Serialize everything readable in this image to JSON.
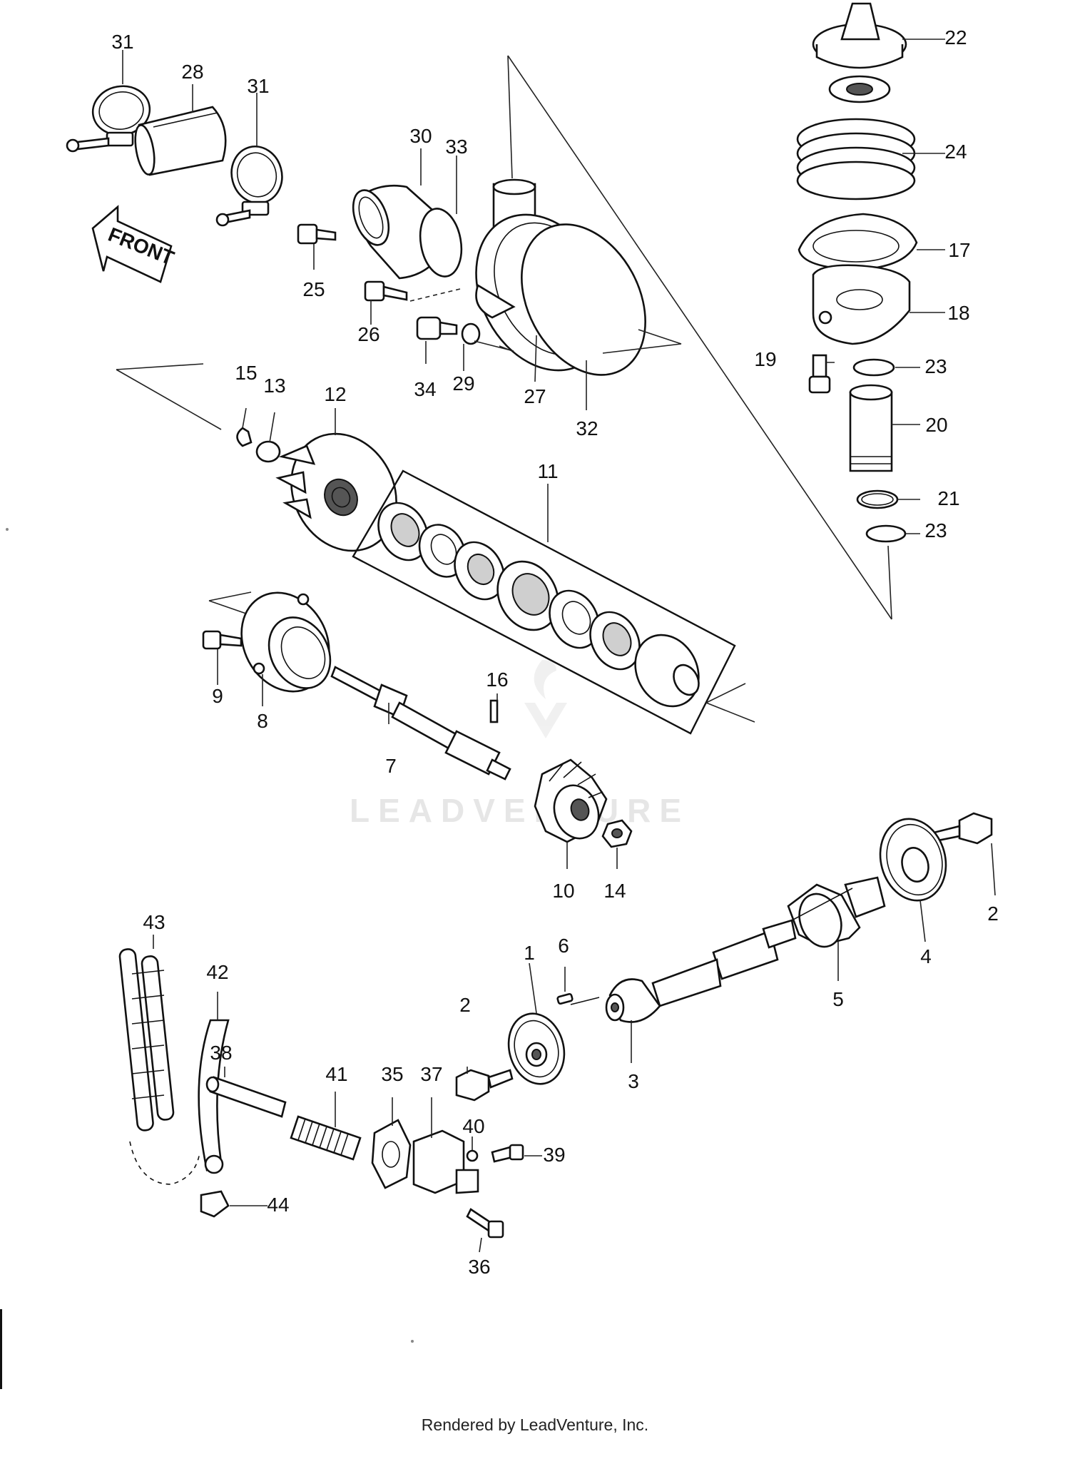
{
  "callouts": [
    "1",
    "2",
    "2",
    "3",
    "4",
    "5",
    "6",
    "7",
    "8",
    "9",
    "10",
    "11",
    "12",
    "13",
    "14",
    "15",
    "16",
    "17",
    "18",
    "19",
    "20",
    "21",
    "22",
    "23",
    "23",
    "24",
    "25",
    "26",
    "27",
    "28",
    "29",
    "30",
    "31",
    "31",
    "32",
    "33",
    "34",
    "35",
    "36",
    "37",
    "38",
    "39",
    "40",
    "41",
    "42",
    "43",
    "44"
  ],
  "front_label": "FRONT",
  "watermark": "LEADVENTURE",
  "footer": "Rendered by LeadVenture, Inc."
}
